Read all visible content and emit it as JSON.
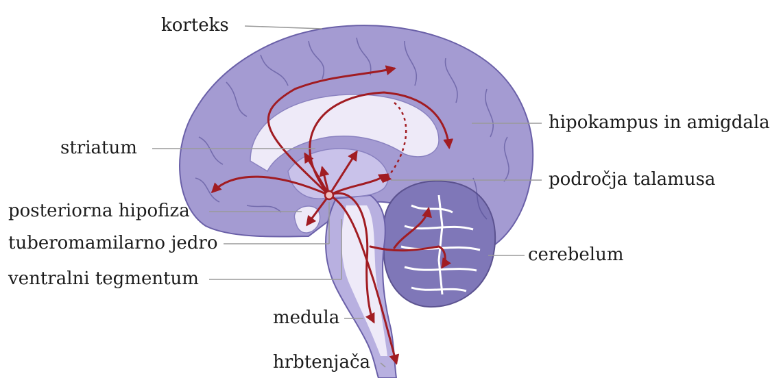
{
  "labels": {
    "korteks": "korteks",
    "hipokampus": "hipokampus in amigdala",
    "striatum": "striatum",
    "talamus": "področja talamusa",
    "hipofiza": "posteriorna hipofiza",
    "tuberomamilarno": "tuberomamilarno jedro",
    "cerebelum": "cerebelum",
    "tegmentum": "ventralni tegmentum",
    "medula": "medula",
    "hrbtenjaca": "hrbtenjača"
  },
  "colors": {
    "brain_fill": "#a49bd2",
    "brain_stroke": "#6a60a8",
    "inner_light": "#eeeaf8",
    "pathway": "#a11c22",
    "leader": "#9a9a9a"
  }
}
